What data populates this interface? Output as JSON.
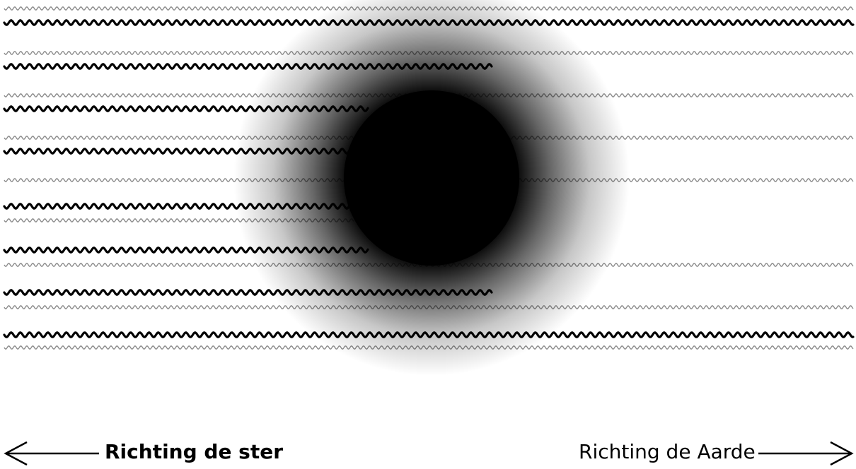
{
  "labels": {
    "left": "Richting de ster",
    "right": "Richting de Aarde"
  },
  "colors": {
    "background": "#ffffff",
    "planet": "#000000",
    "thin_wave": "#8c8c8c",
    "thick_wave": "#000000"
  },
  "wave_rows": [
    {
      "thin": "full",
      "thick": "full"
    },
    {
      "thin": "full",
      "thick": "partial"
    },
    {
      "thin": "full",
      "thick": "partial"
    },
    {
      "thin": "full",
      "thick": "partial"
    },
    {
      "thin": "partial",
      "thick": "partial"
    },
    {
      "thin": "full",
      "thick": "partial"
    },
    {
      "thin": "full",
      "thick": "partial"
    },
    {
      "thin": "full",
      "thick": "full"
    }
  ]
}
